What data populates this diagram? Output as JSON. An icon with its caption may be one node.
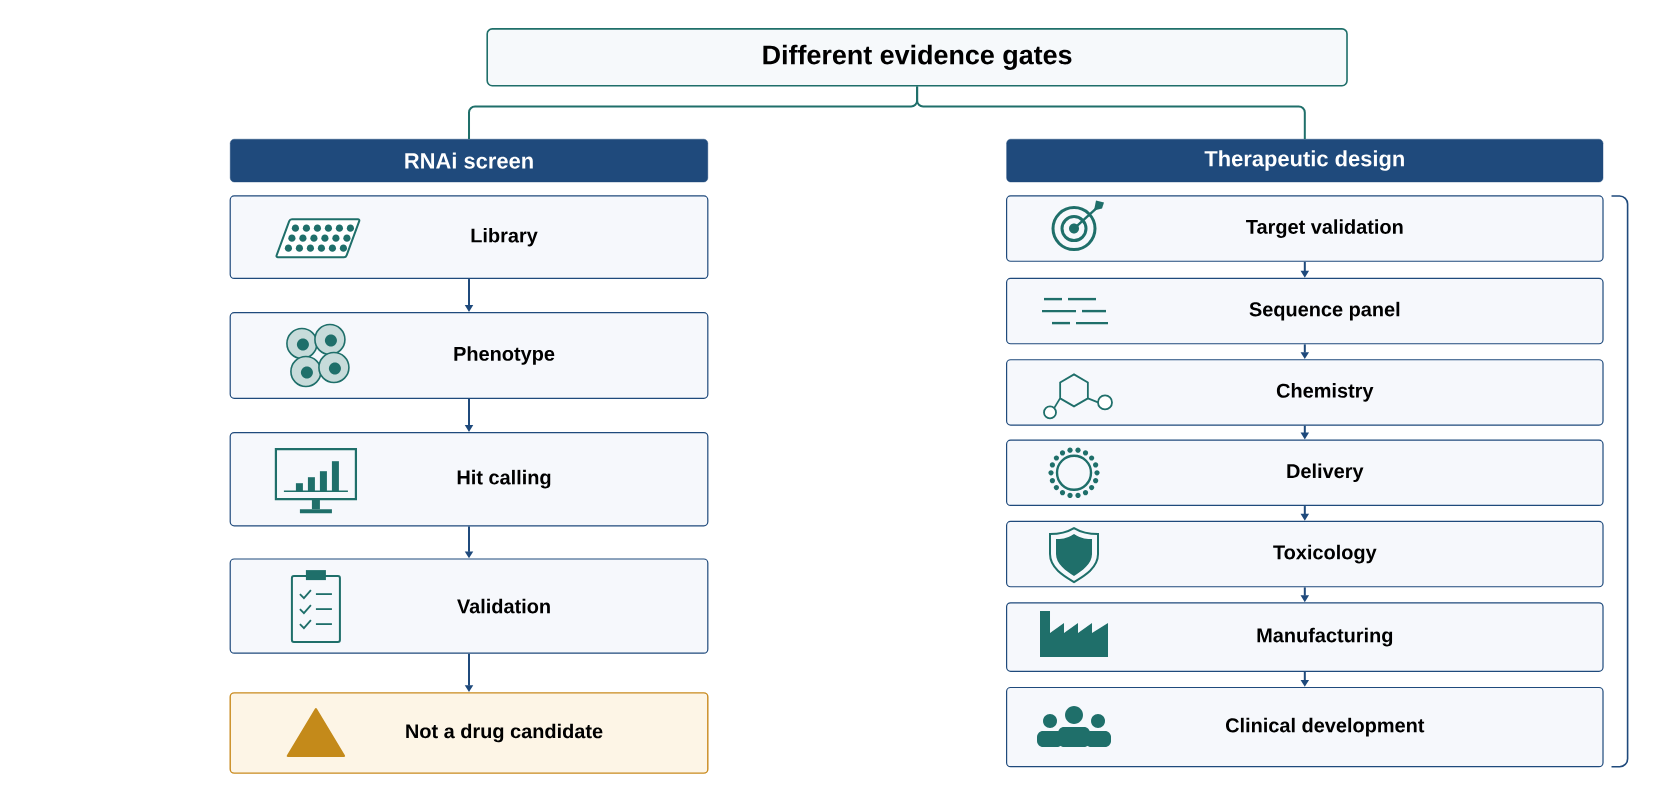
{
  "diagram": {
    "nodes": [
      {
        "text": [
          "Different evidence gates"
        ]
      },
      {
        "text": [
          "RNAi screen"
        ]
      },
      {
        "text": [
          "Library"
        ]
      },
      {
        "text": [
          "Phenotype"
        ]
      },
      {
        "text": [
          "Hit calling"
        ]
      },
      {
        "text": [
          "Validation"
        ]
      },
      {
        "text": [
          "Not a drug candidate"
        ]
      },
      {
        "text": [
          "Therapeutic design"
        ]
      },
      {
        "text": [
          "Target validation"
        ]
      },
      {
        "text": [
          "Sequence panel"
        ]
      },
      {
        "text": [
          "Chemistry"
        ]
      },
      {
        "text": [
          "Delivery"
        ]
      },
      {
        "text": [
          "Toxicology"
        ]
      },
      {
        "text": [
          "Manufacturing"
        ]
      },
      {
        "text": [
          "Clinical development"
        ]
      }
    ],
    "edges": [
      {
        "from": 0,
        "to": 1,
        "arrow": "none"
      },
      {
        "from": 0,
        "to": 7,
        "arrow": "none"
      },
      {
        "from": 2,
        "to": 3,
        "arrow": "to"
      },
      {
        "from": 3,
        "to": 4,
        "arrow": "to"
      },
      {
        "from": 4,
        "to": 5,
        "arrow": "to"
      },
      {
        "from": 5,
        "to": 6,
        "arrow": "to"
      },
      {
        "from": 8,
        "to": 9,
        "arrow": "to"
      },
      {
        "from": 9,
        "to": 10,
        "arrow": "to"
      },
      {
        "from": 10,
        "to": 11,
        "arrow": "to"
      },
      {
        "from": 11,
        "to": 12,
        "arrow": "to"
      },
      {
        "from": 12,
        "to": 13,
        "arrow": "to"
      },
      {
        "from": 13,
        "to": 14,
        "arrow": "to"
      }
    ]
  }
}
